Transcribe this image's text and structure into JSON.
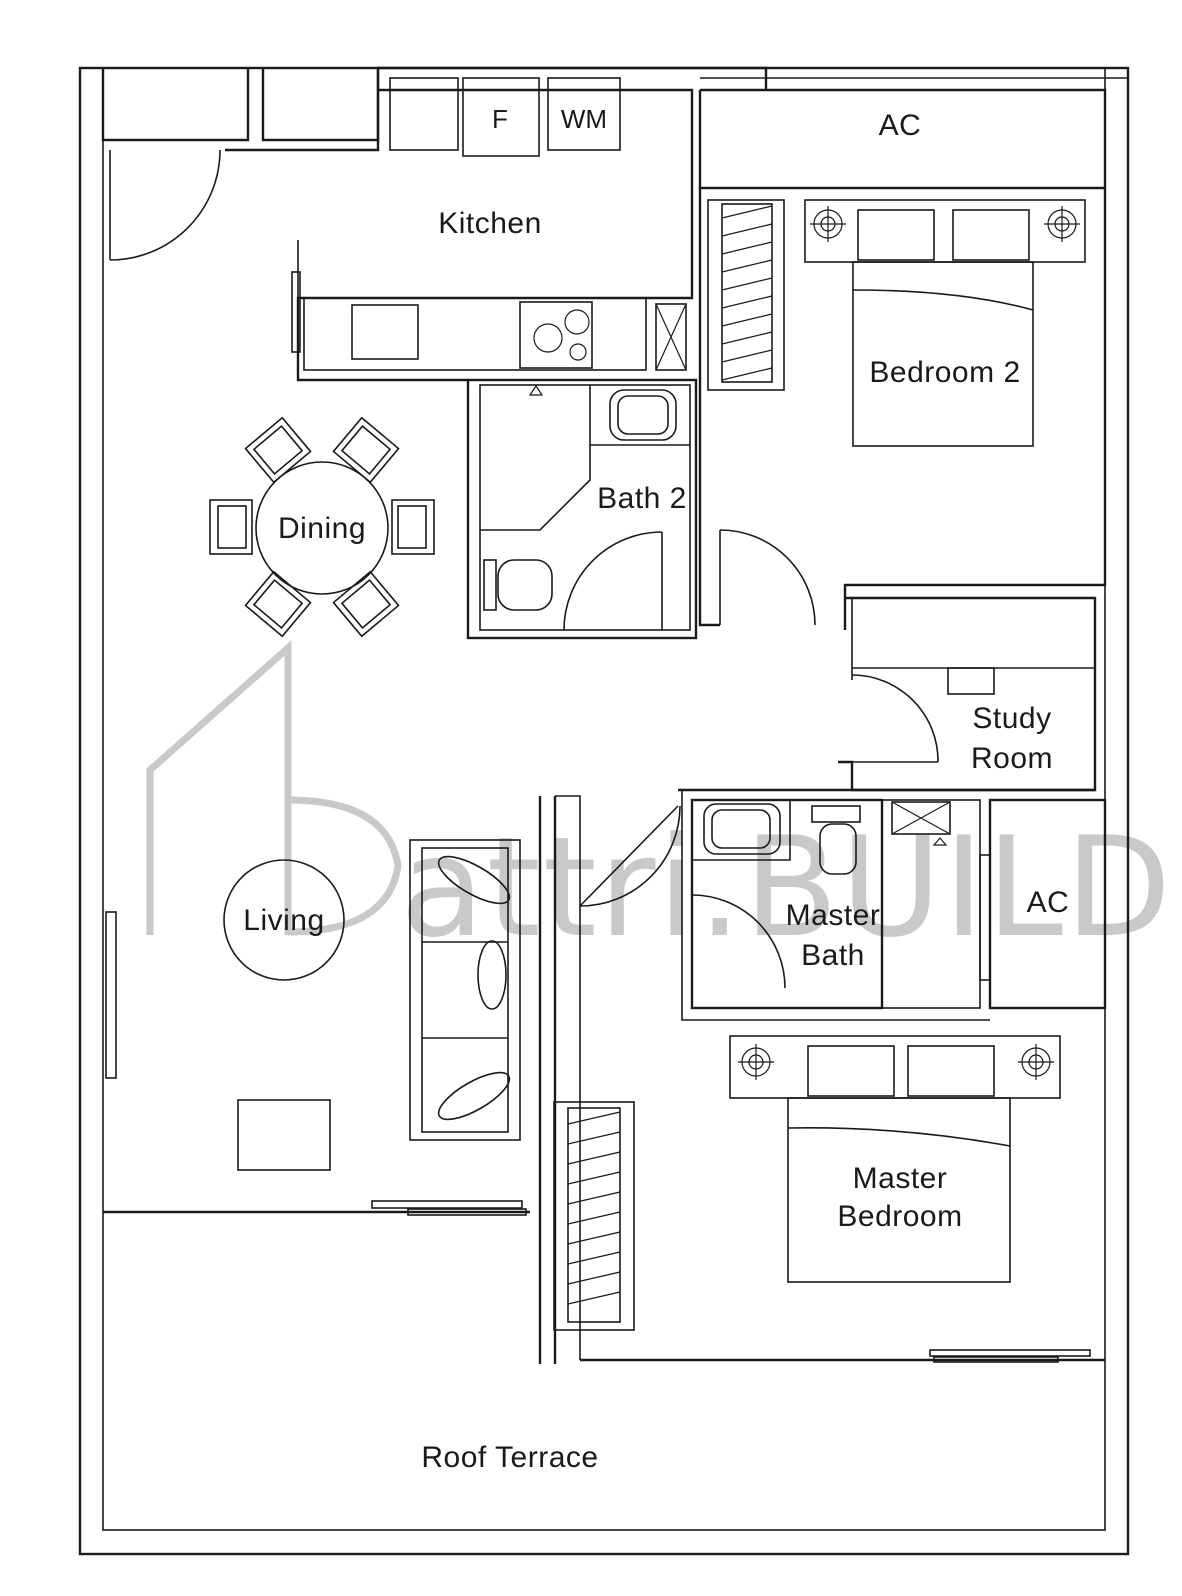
{
  "rooms": {
    "kitchen": "Kitchen",
    "fridge": "F",
    "washer": "WM",
    "ac_top": "AC",
    "bedroom2": "Bedroom 2",
    "bath2": "Bath 2",
    "dining": "Dining",
    "study_line1": "Study",
    "study_line2": "Room",
    "living": "Living",
    "master_bath_line1": "Master",
    "master_bath_line2": "Bath",
    "ac_right": "AC",
    "master_bedroom_line1": "Master",
    "master_bedroom_line2": "Bedroom",
    "roof_terrace": "Roof Terrace"
  },
  "watermark": {
    "text": "attri.BUILD"
  },
  "colors": {
    "line": "#1a1a1a",
    "watermark": "#c9c9c9",
    "background": "#ffffff"
  }
}
